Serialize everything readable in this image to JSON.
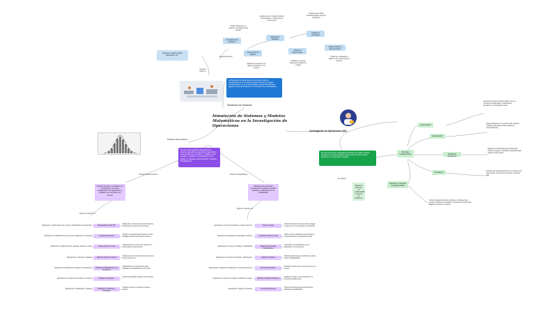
{
  "central_title": "Simulación de Sistemas y Modelos Matemáticos en la Investigación de Operaciones",
  "simulacion": {
    "label": "Simulación De Sistemas",
    "blue_text": "La Simulación de Sistemas es la técnica de imitar el comportamiento de un sistema real a través de un modelo computacional, con el fin de analizarlo, evaluar alternativas y apoyar la toma de decisiones en situaciones de incertidumbre.",
    "su_papel": "Su papel sobre su",
    "ejemplo": "Ejemplo Diversos",
    "industrias": "Industrias, Logística, Salud, Manufactura, etc.",
    "flow": [
      "Formulación del Problema",
      "Construcción del Modelo",
      "Verificación y Validación",
      "Diseño de Experimentos",
      "Análisis de Resultados",
      "Implementación y Documentación"
    ],
    "notes": [
      "Definir claramente el sistema y los objetivos del estudio",
      "Aplicar los conceptos y la lógica del sistema en un modelo",
      "Asegurar que el modelo funciona correctamente y representa al sistema real",
      "Planificar y ejecutar diferentes corridas del modelo",
      "Interpretar los datos obtenidos para la toma de decisiones",
      "Aplicar los resultados al sistema real y documentar el proceso"
    ]
  },
  "modelos": {
    "label": "Modelos Matemáticos",
    "purple_text": "Son una representación abstracta de un sistema, que utilizan expresiones matemáticas, como ecuaciones, funciones y variables, para describir y analizar su comportamiento. Se dividen en: Modelos Determinísticos y Modelos Probabilísticos.",
    "det_label": "Modelos Determinísticos",
    "prob_label": "Modelos Probabilísticos",
    "det_desc": "Modelos donde los resultados son predecibles y no existe aleatoriedad. Sus parámetros y variables son conocidos con certeza.",
    "prob_desc": "Modelos que incorporan incertidumbre mediante variables aleatorias y distribuciones de probabilidad.",
    "algunos_det": "Algunos modelos son:",
    "algunos_prob": "Algunos modelos son:",
    "det_items": [
      {
        "app": "Aplicaciones: Optimización de recursos, planificación de producción",
        "name": "Programación Lineal (PL)",
        "note": "Maximiza o minimiza una función objetivo lineal sujeta a restricciones lineales."
      },
      {
        "app": "Aplicaciones: Planificación de proyectos, asignación de personal",
        "name": "Programación Entera",
        "note": "Similar a la programación lineal, pero las variables deben tomar valores enteros."
      },
      {
        "app": "Aplicaciones: Optimización de carteras, diseño de redes",
        "name": "Programación No Lineal",
        "note": "Optimización de una función objetivo no lineal sujeta a restricciones."
      },
      {
        "app": "Aplicaciones: Transporte, logística",
        "name": "Modelos de Flujo en Redes",
        "note": "Modelos para el movimiento de recursos a través de una red."
      },
      {
        "app": "Aplicaciones: Manufactura, gestión de operaciones",
        "name": "Modelos de Planificación de la Producción",
        "note": "Planificación de la producción para satisfacer la demanda al menor costo."
      },
      {
        "app": "Aplicaciones: Gestión de inventarios y compras",
        "name": "Modelo de Inventario",
        "note": "Determina políticas óptimas de inventario."
      },
      {
        "app": "Aplicaciones: Planificación, logística",
        "name": "Modelos de Transporte y Asignación",
        "note": "Asignar recursos o tareas de manera óptima."
      }
    ],
    "prob_items": [
      {
        "app": "Aplicaciones: Toma de decisiones, riesgo financiero",
        "name": "Teoría de Colas",
        "note": "Analiza sistemas donde los clientes llegan y esperan en una cola para ser atendidos."
      },
      {
        "app": "Aplicaciones: Evaluación de Riesgos, Finanzas",
        "name": "Simulación de Monte Carlo",
        "note": "Utiliza números aleatorios para simular el comportamiento de sistemas inciertos."
      },
      {
        "app": "Aplicaciones: Control de Calidad, Confiabilidad",
        "name": "Modelos de Inventario Probabilísticos",
        "note": "Consideran la incertidumbre en la demanda y en los tiempos."
      },
      {
        "app": "Aplicaciones: Procesos de decisión, planificación",
        "name": "Cadenas de Markov",
        "note": "Modelan sistemas que cambian de estado según probabilidades."
      },
      {
        "app": "Aplicaciones: Logística de distribución, toma de decisiones",
        "name": "Procesos de Poisson",
        "note": "Modelan eventos que ocurren al azar en el tiempo."
      },
      {
        "app": "Aplicaciones: Gestión de carteras, análisis de riesgos",
        "name": "Modelos de Riesgo Financiero",
        "note": "Evalúan el riesgo y la incertidumbre en inversiones financieras."
      },
      {
        "app": "Aplicaciones: Seguros, Finanzas",
        "name": "Teoría de Decisiones",
        "note": "Toma de decisiones bajo incertidumbre utilizando probabilidades."
      }
    ]
  },
  "io": {
    "label": "Investigación de Operaciones (IO)",
    "green_text": "Es una rama de las matemáticas aplicadas que utiliza métodos científicos y técnicas analíticas para ayudar a tomar mejores decisiones en problemas complejos.",
    "su_objetivo": "Su objetivo",
    "objetivo_text": "Mejorar la eficiencia, la productividad y la toma de decisiones.",
    "principios": "Principios Fundamentales",
    "modelos_subjetivos": "Aspectos y enfoques complementarios",
    "branches": [
      {
        "name": "Optimización",
        "note": "Encontrar la mejor solución posible entre un conjunto de alternativas, maximizando beneficios o minimizando costos."
      },
      {
        "name": "Modelización",
        "note": "Representación de un sistema real mediante modelos matemáticos para analizar su comportamiento."
      },
      {
        "name": "Análisis de Decisiones",
        "note": "Evaluación de alternativas considerando criterios, riesgos y resultados esperados para elegir la mejor opción."
      },
      {
        "name": "Simulación",
        "note": "Imitación del funcionamiento de un sistema real para evaluar escenarios sin afectar el sistema real."
      }
    ],
    "extra_note": "Permite integrar diferentes técnicas y enfoques para resolver problemas complejos en áreas como producción, logística, finanzas y servicios."
  }
}
